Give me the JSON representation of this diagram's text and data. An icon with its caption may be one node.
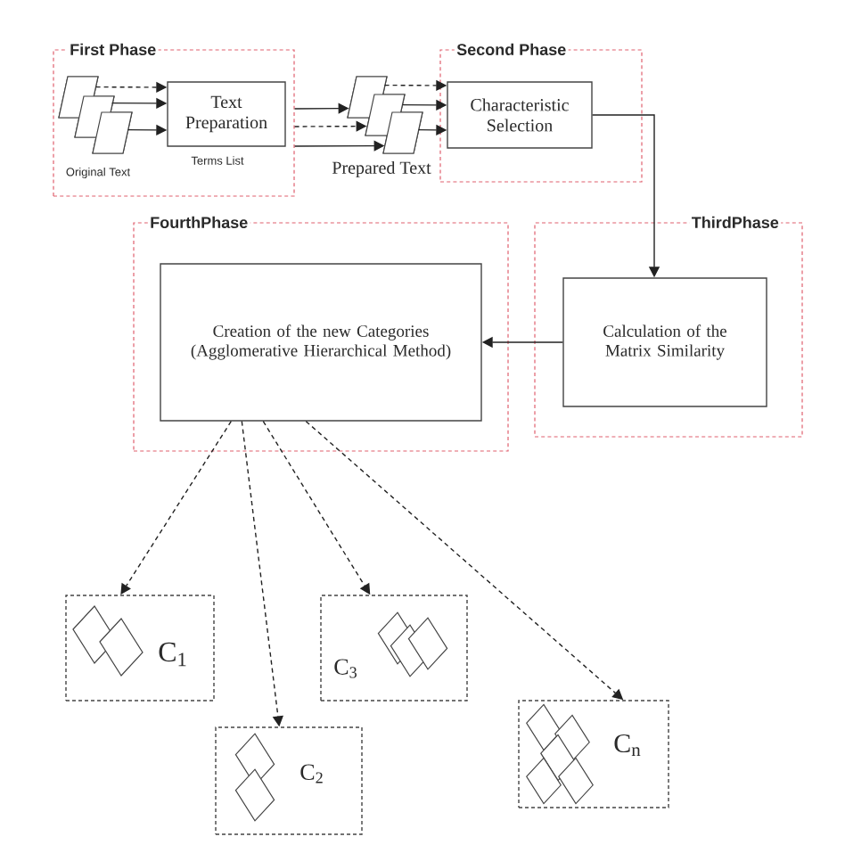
{
  "diagram": {
    "nodes": [
      {
        "text": [
          "First Phase"
        ]
      },
      {
        "text": [
          "Original Text"
        ],
        "in": 0
      },
      {
        "text": [
          "Text Preparation"
        ],
        "in": 0,
        "beside": [
          "Terms List"
        ]
      },
      {
        "text": [
          "Prepared Text"
        ]
      },
      {
        "text": [
          "Second Phase"
        ]
      },
      {
        "text": [
          "Characteristic Selection"
        ],
        "in": 4
      },
      {
        "text": [
          "FourthPhase"
        ]
      },
      {
        "text": [
          "Creation of the new Categories (Agglomerative Hierarchical Method)"
        ],
        "in": 6
      },
      {
        "text": [
          "ThirdPhase"
        ]
      },
      {
        "text": [
          "Calculation of the Matrix Similarity"
        ],
        "in": 8
      },
      {
        "text": [
          "C$_{1}$"
        ]
      },
      {
        "text": [
          "C$_{2}$"
        ]
      },
      {
        "text": [
          "C$_{3}$"
        ]
      },
      {
        "text": [
          "C$_{n}$"
        ]
      }
    ],
    "edges": [
      {
        "from": 1,
        "to": 2,
        "arrow": "to",
        "style": "dashed"
      },
      {
        "from": 1,
        "to": 2,
        "arrow": "to"
      },
      {
        "from": 1,
        "to": 2,
        "arrow": "to"
      },
      {
        "from": 0,
        "to": 3,
        "arrow": "to"
      },
      {
        "from": 0,
        "to": 3,
        "arrow": "to",
        "style": "dashed"
      },
      {
        "from": 0,
        "to": 3,
        "arrow": "to"
      },
      {
        "from": 3,
        "to": 5,
        "arrow": "to",
        "style": "dashed"
      },
      {
        "from": 3,
        "to": 5,
        "arrow": "to"
      },
      {
        "from": 3,
        "to": 5,
        "arrow": "to"
      },
      {
        "from": 5,
        "to": 9,
        "arrow": "to"
      },
      {
        "from": 9,
        "to": 7,
        "arrow": "to"
      },
      {
        "from": 7,
        "to": 10,
        "arrow": "to",
        "style": "dashed"
      },
      {
        "from": 7,
        "to": 11,
        "arrow": "to",
        "style": "dashed"
      },
      {
        "from": 7,
        "to": 12,
        "arrow": "to",
        "style": "dashed"
      },
      {
        "from": 7,
        "to": 13,
        "arrow": "to",
        "style": "dashed"
      }
    ]
  }
}
